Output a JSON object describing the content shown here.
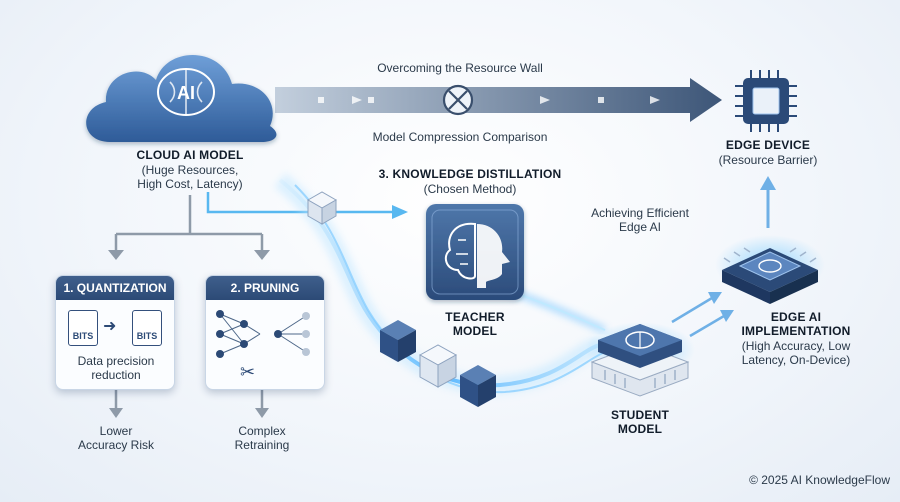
{
  "top_label": "Overcoming the Resource Wall",
  "mid_label": "Model Compression Comparison",
  "cloud": {
    "icon_text": "AI",
    "title": "CLOUD AI MODEL",
    "desc_line1": "(Huge Resources,",
    "desc_line2": "High Cost, Latency)"
  },
  "edge_device": {
    "title": "EDGE DEVICE",
    "desc": "(Resource Barrier)"
  },
  "quantization": {
    "header": "1. QUANTIZATION",
    "bits_label": "BITS",
    "desc_line1": "Data precision",
    "desc_line2": "reduction",
    "outcome_line1": "Lower",
    "outcome_line2": "Accuracy Risk"
  },
  "pruning": {
    "header": "2. PRUNING",
    "outcome_line1": "Complex",
    "outcome_line2": "Retraining"
  },
  "distillation": {
    "title": "3. KNOWLEDGE DISTILLATION",
    "desc": "(Chosen Method)"
  },
  "teacher": {
    "line1": "TEACHER",
    "line2": "MODEL"
  },
  "student": {
    "line1": "STUDENT",
    "line2": "MODEL"
  },
  "achieving": {
    "line1": "Achieving Efficient",
    "line2": "Edge AI"
  },
  "edge_ai": {
    "line1": "EDGE AI",
    "line2": "IMPLEMENTATION",
    "desc_line1": "(High Accuracy, Low",
    "desc_line2": "Latency, On-Device)"
  },
  "copyright": "© 2025 AI KnowledgeFlow",
  "colors": {
    "navy": "#2c4a76",
    "steel": "#6d8fb8",
    "glow": "#4fb3ff",
    "arrow_gray": "#8e9aa8"
  }
}
